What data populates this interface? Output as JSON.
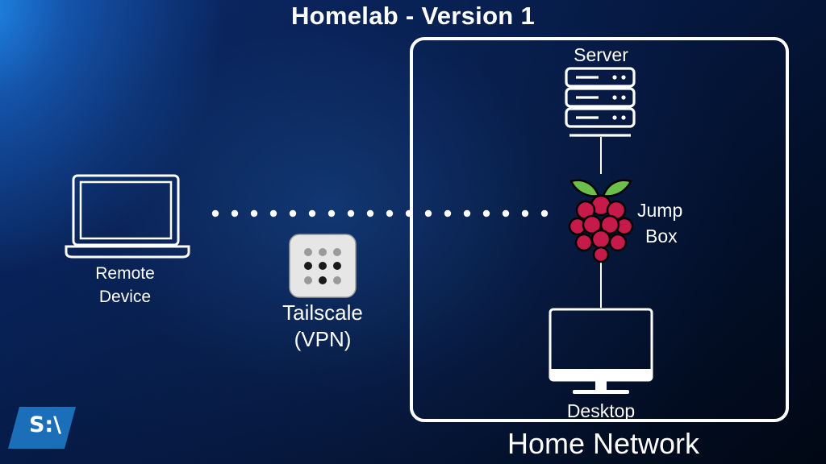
{
  "title": "Homelab - Version 1",
  "network": {
    "label": "Home Network"
  },
  "nodes": {
    "server": {
      "label": "Server",
      "icon": "server-icon"
    },
    "jump_box": {
      "label_line1": "Jump",
      "label_line2": "Box",
      "icon": "raspberry-pi-icon"
    },
    "desktop": {
      "label": "Desktop",
      "icon": "desktop-monitor-icon"
    },
    "remote": {
      "label_line1": "Remote",
      "label_line2": "Device",
      "icon": "laptop-icon"
    },
    "vpn": {
      "label_line1": "Tailscale",
      "label_line2": "(VPN)",
      "icon": "tailscale-icon"
    }
  },
  "logo": {
    "text": "S:\\"
  },
  "colors": {
    "background_dark": "#03102b",
    "background_glow": "#1f86e6",
    "line": "#ffffff",
    "raspberry": "#c51a4a",
    "leaf": "#6cc04a",
    "logo_bg": "#1b6fb8"
  }
}
